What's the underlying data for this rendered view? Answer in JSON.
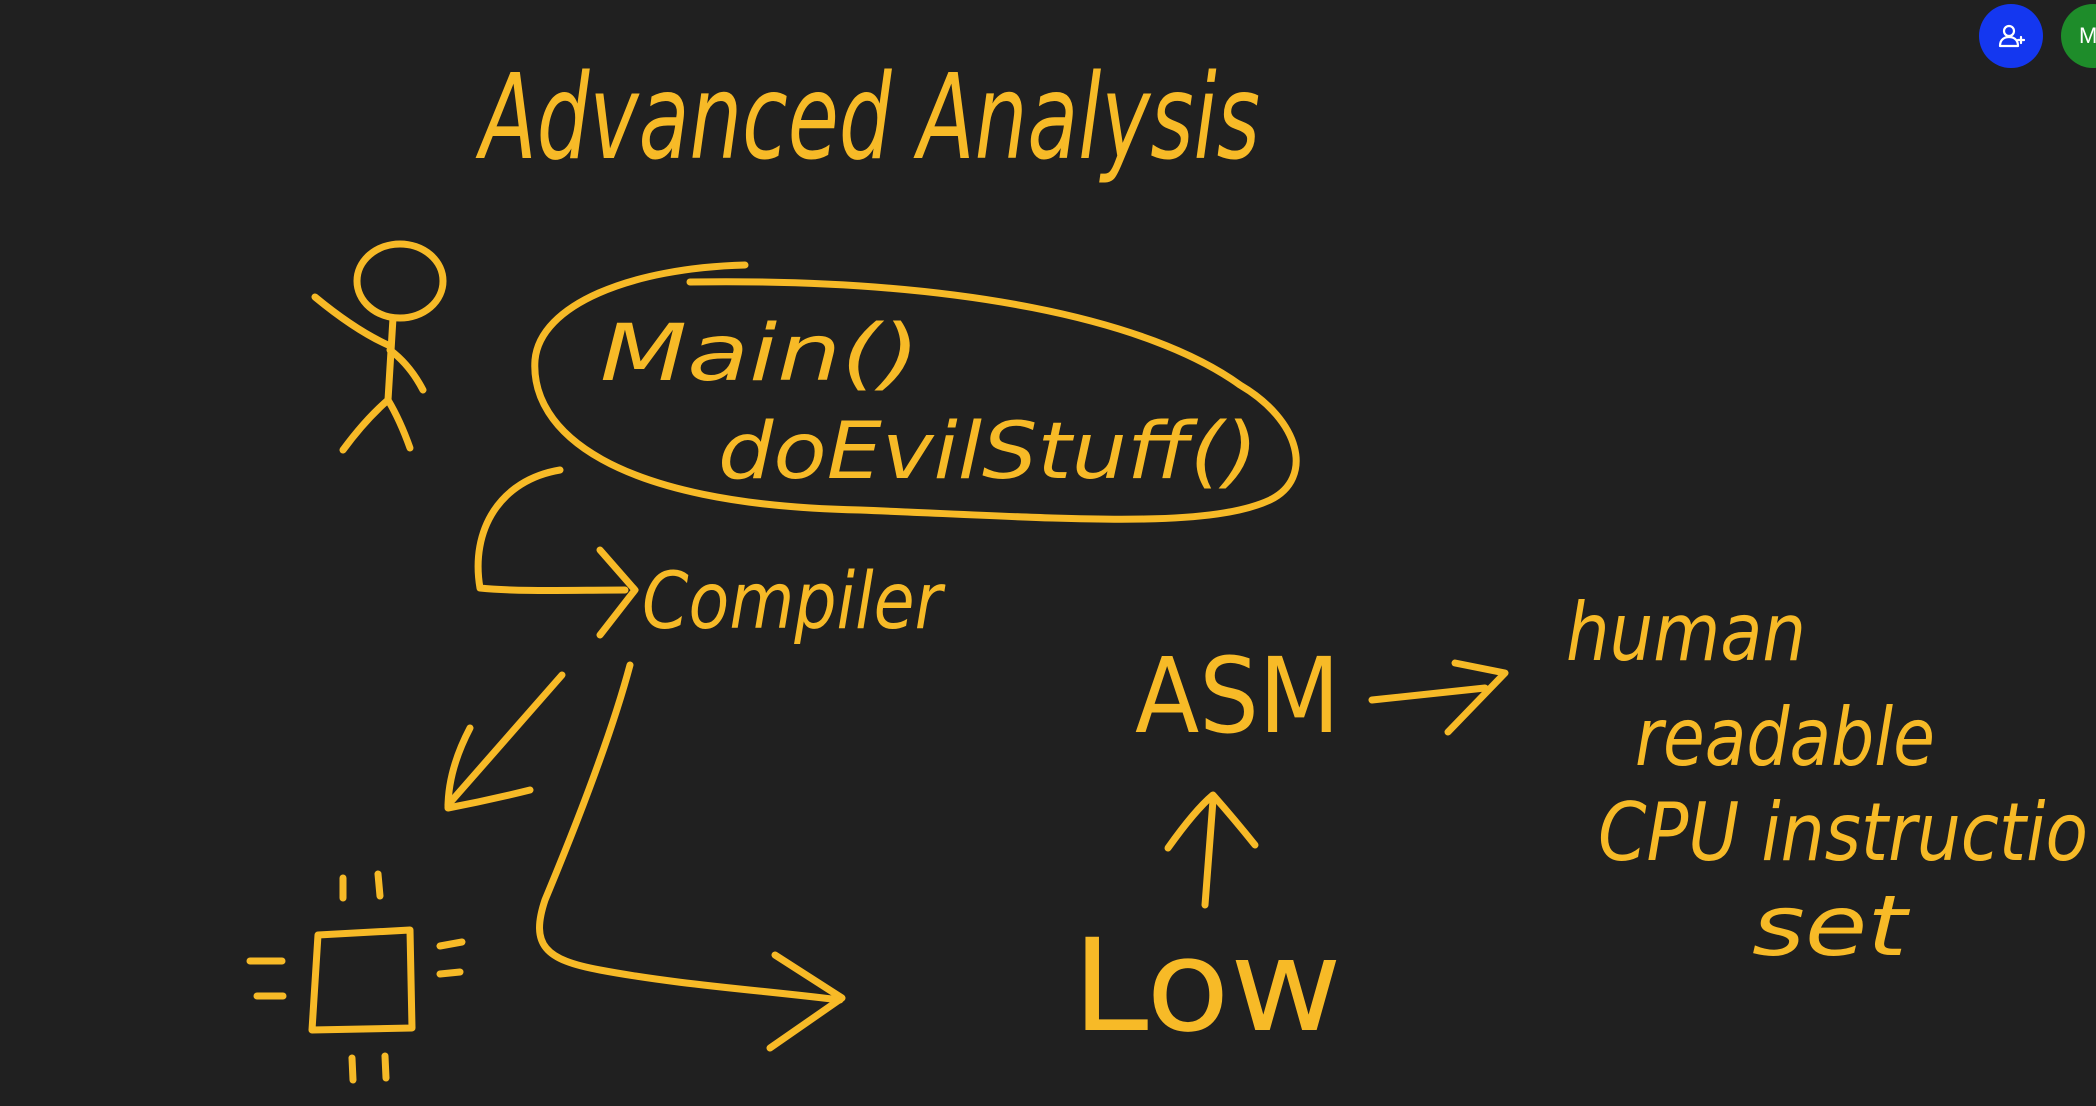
{
  "board": {
    "title": "Advanced Analysis",
    "code_line_1": "Main()",
    "code_line_2": "doEvilStuff()",
    "compiler_label": "Compiler",
    "asm_label": "ASM",
    "low_label": "Low",
    "asm_note": [
      "human",
      "readable",
      "CPU instructio",
      "set"
    ]
  },
  "avatars": {
    "user_initial": "M"
  },
  "colors": {
    "background": "#202020",
    "ink": "#F7BA27",
    "avatar_blue": "#1437F0",
    "avatar_green": "#1E8C2A"
  },
  "icons": {
    "stick_figure": "person-drawing",
    "chip": "cpu-chip-drawing",
    "add_user": "person-add-icon"
  }
}
